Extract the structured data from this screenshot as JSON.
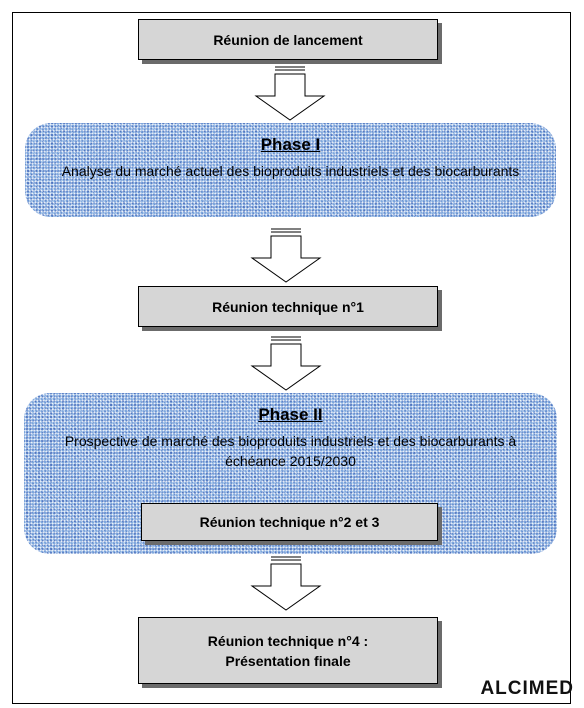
{
  "steps": {
    "kickoff": "Réunion de lancement",
    "phase1": {
      "title": "Phase I",
      "description": "Analyse du marché actuel des bioproduits industriels et des biocarburants"
    },
    "tech1": "Réunion technique n°1",
    "phase2": {
      "title": "Phase II",
      "description": "Prospective de marché des bioproduits industriels et des biocarburants à échéance 2015/2030"
    },
    "tech23": "Réunion technique n°2 et 3",
    "final": {
      "line1": "Réunion technique n°4 :",
      "line2": "Présentation finale"
    }
  },
  "logo": "ALCIMED",
  "colors": {
    "box_fill": "#d6d6d6",
    "box_shadow": "#6b6b6b",
    "phase_fill": "#6a9ad8"
  }
}
